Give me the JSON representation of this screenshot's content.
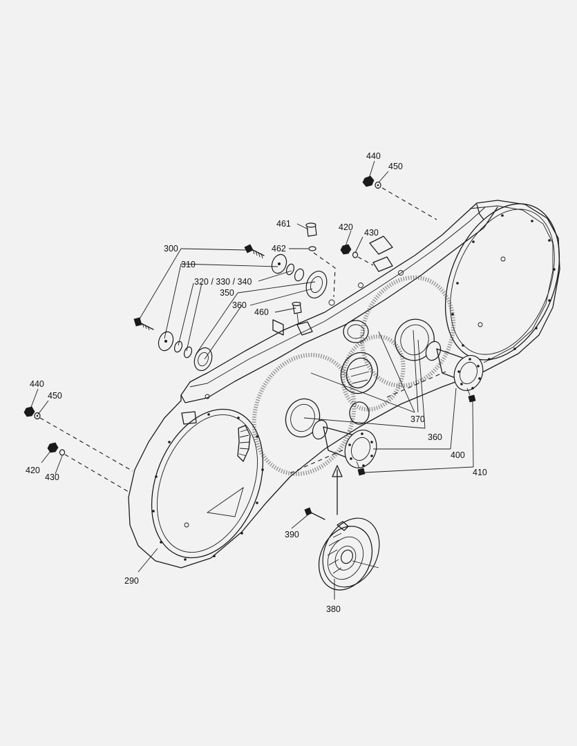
{
  "callouts": {
    "c440a": "440",
    "c450a": "450",
    "c461": "461",
    "c420a": "420",
    "c430a": "430",
    "c462": "462",
    "c300": "300",
    "c310": "310",
    "c320": "320 / 330 / 340",
    "c350": "350",
    "c360a": "360",
    "c460": "460",
    "c440b": "440",
    "c450b": "450",
    "c370": "370",
    "c360b": "360",
    "c400": "400",
    "c420b": "420",
    "c410": "410",
    "c430b": "430",
    "c390": "390",
    "c290": "290",
    "c380": "380"
  }
}
